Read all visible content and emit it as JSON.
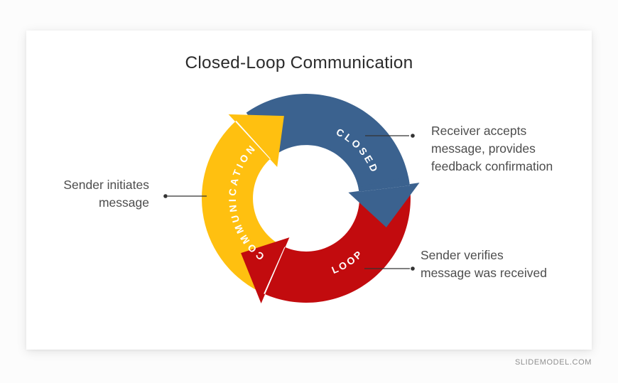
{
  "slide": {
    "title": "Closed-Loop Communication"
  },
  "diagram": {
    "labels": {
      "closed": "CLOSED",
      "loop": "LOOP",
      "communication": "COMMUNICATION"
    },
    "callouts": {
      "receiver": {
        "lines": [
          "Receiver accepts",
          "message, provides",
          "feedback confirmation"
        ]
      },
      "sender_initiates": {
        "lines": [
          "Sender initiates",
          "message"
        ]
      },
      "sender_verifies": {
        "lines": [
          "Sender verifies",
          "message was received"
        ]
      }
    }
  },
  "colors": {
    "closed_blue": "#3B628F",
    "loop_red": "#C20B0E",
    "communication_yellow": "#FFC010",
    "arc_label_text": "#FFFFFF",
    "connector": "#333333",
    "title_text": "#2B2B2B",
    "callout_text": "#4D4D4D",
    "watermark_text": "#8F8F8F"
  },
  "page": {
    "watermark": "SLIDEMODEL.COM"
  }
}
